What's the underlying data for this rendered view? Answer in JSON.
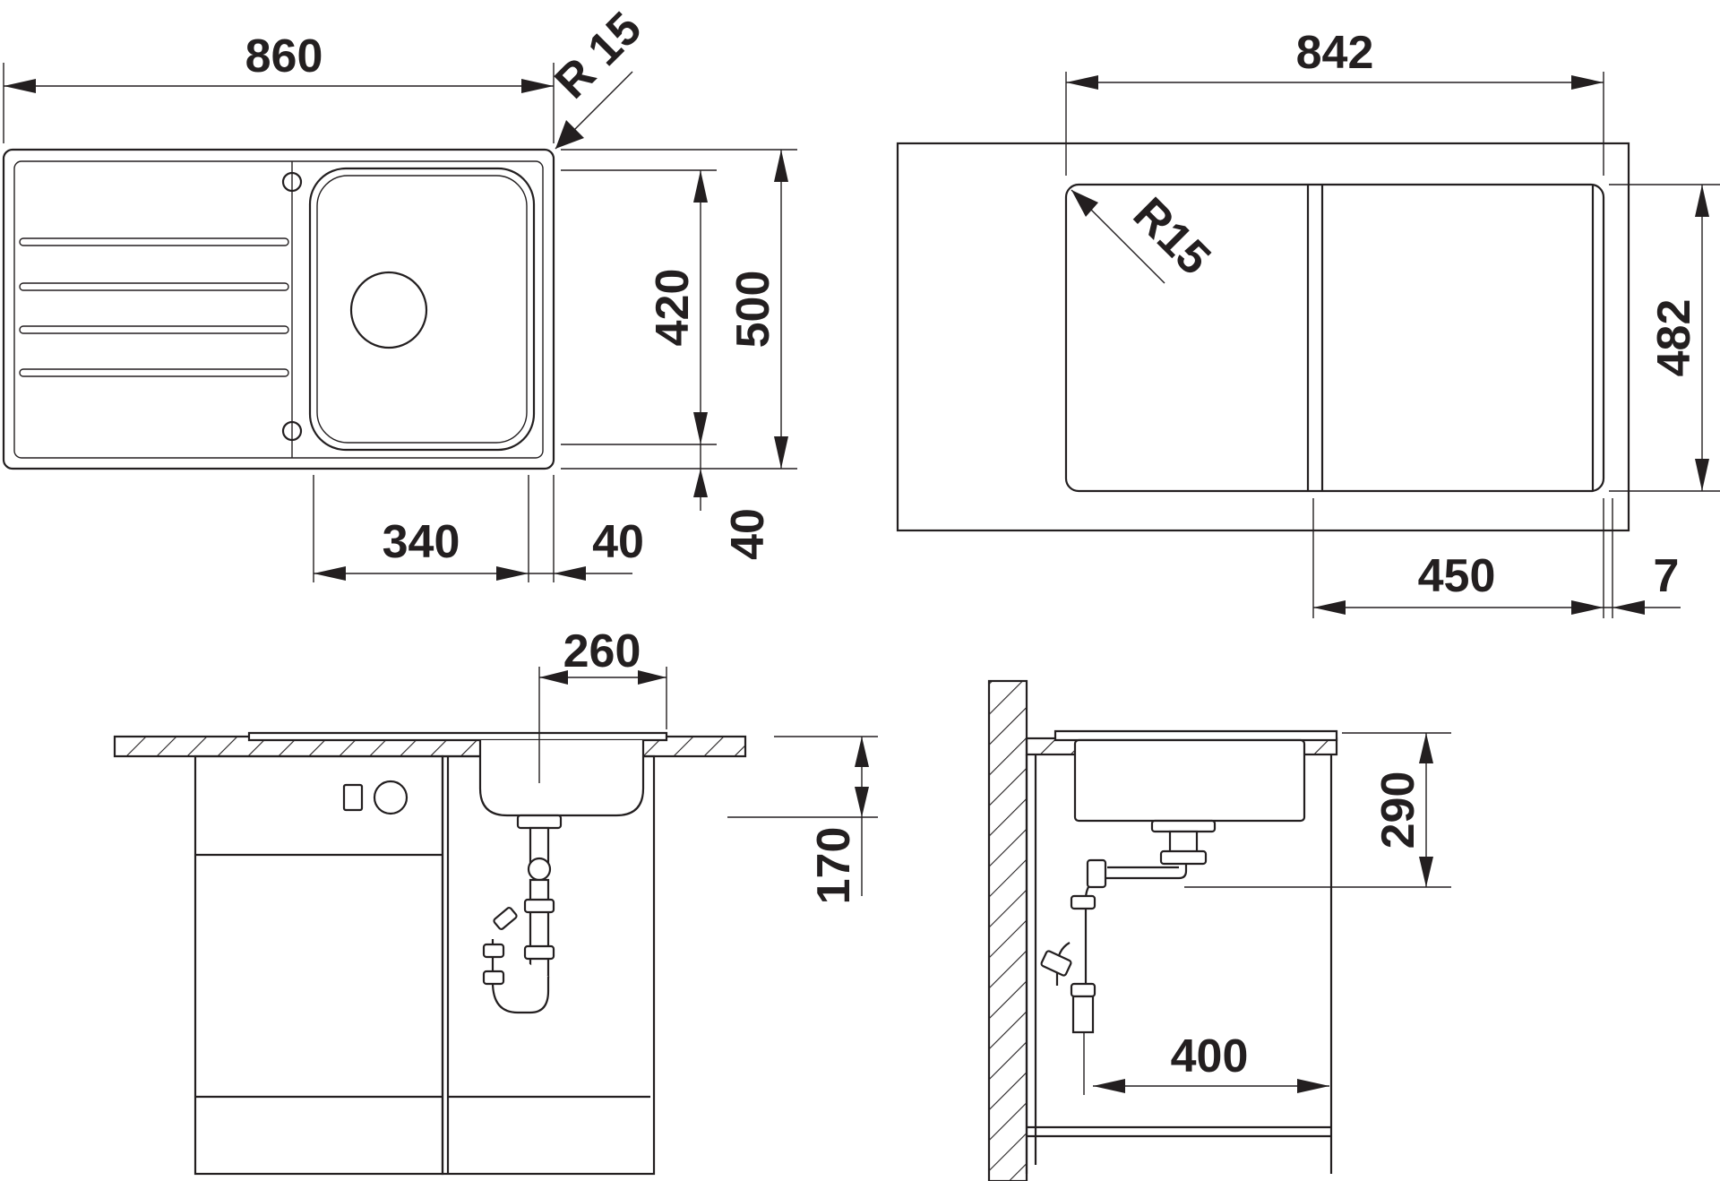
{
  "drawing": {
    "colors": {
      "line": "#231f20",
      "background": "#ffffff"
    },
    "top_view": {
      "width": "860",
      "corner_radius": "R 15",
      "bowl_depth": "420",
      "overall_depth": "500",
      "bowl_width": "340",
      "rim_offset": "40",
      "bottom_offset": "40"
    },
    "cutout_view": {
      "width": "842",
      "corner_radius": "R15",
      "depth": "482",
      "bowl_section": "450",
      "edge_offset": "7"
    },
    "front_view": {
      "drain_offset": "260",
      "bowl_height": "170"
    },
    "side_view": {
      "installation_height": "290",
      "waste_offset": "400"
    }
  }
}
